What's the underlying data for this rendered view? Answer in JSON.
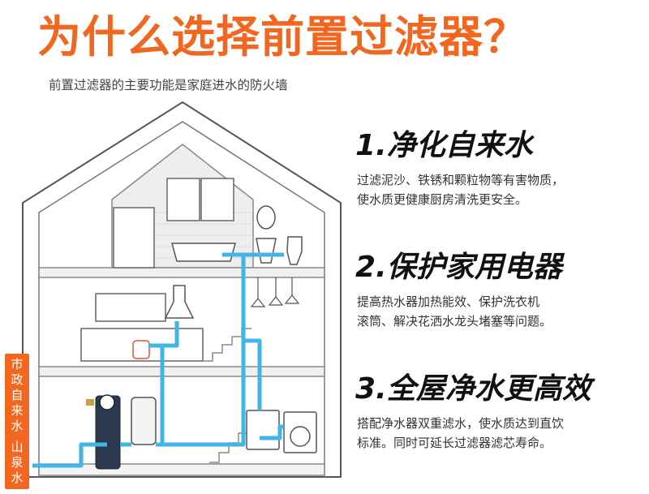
{
  "header": {
    "title": "为什么选择前置过滤器？",
    "subtitle": "前置过滤器的主要功能是家庭进水的防火墙"
  },
  "features": [
    {
      "title": "1.净化自来水",
      "line1": "过滤泥沙、铁锈和颗粒物等有害物质，",
      "line2": "使水质更健康厨房清洗更安全。"
    },
    {
      "title": "2.保护家用电器",
      "line1": "提高热水器加热能效、保护洗衣机",
      "line2": "滚筒、解决花洒水龙头堵塞等问题。"
    },
    {
      "title": "3.全屋净水更高效",
      "line1": "搭配净水器双重滤水，使水质达到直饮",
      "line2": "标准。同时可延长过滤器滤芯寿命。"
    }
  ],
  "sources": {
    "city_water": [
      "市",
      "政",
      "自",
      "来",
      "水"
    ],
    "spring_water": [
      "山",
      "泉",
      "水"
    ]
  },
  "colors": {
    "accent": "#f2671f",
    "pipe": "#41b6e6",
    "house_line": "#555555"
  }
}
